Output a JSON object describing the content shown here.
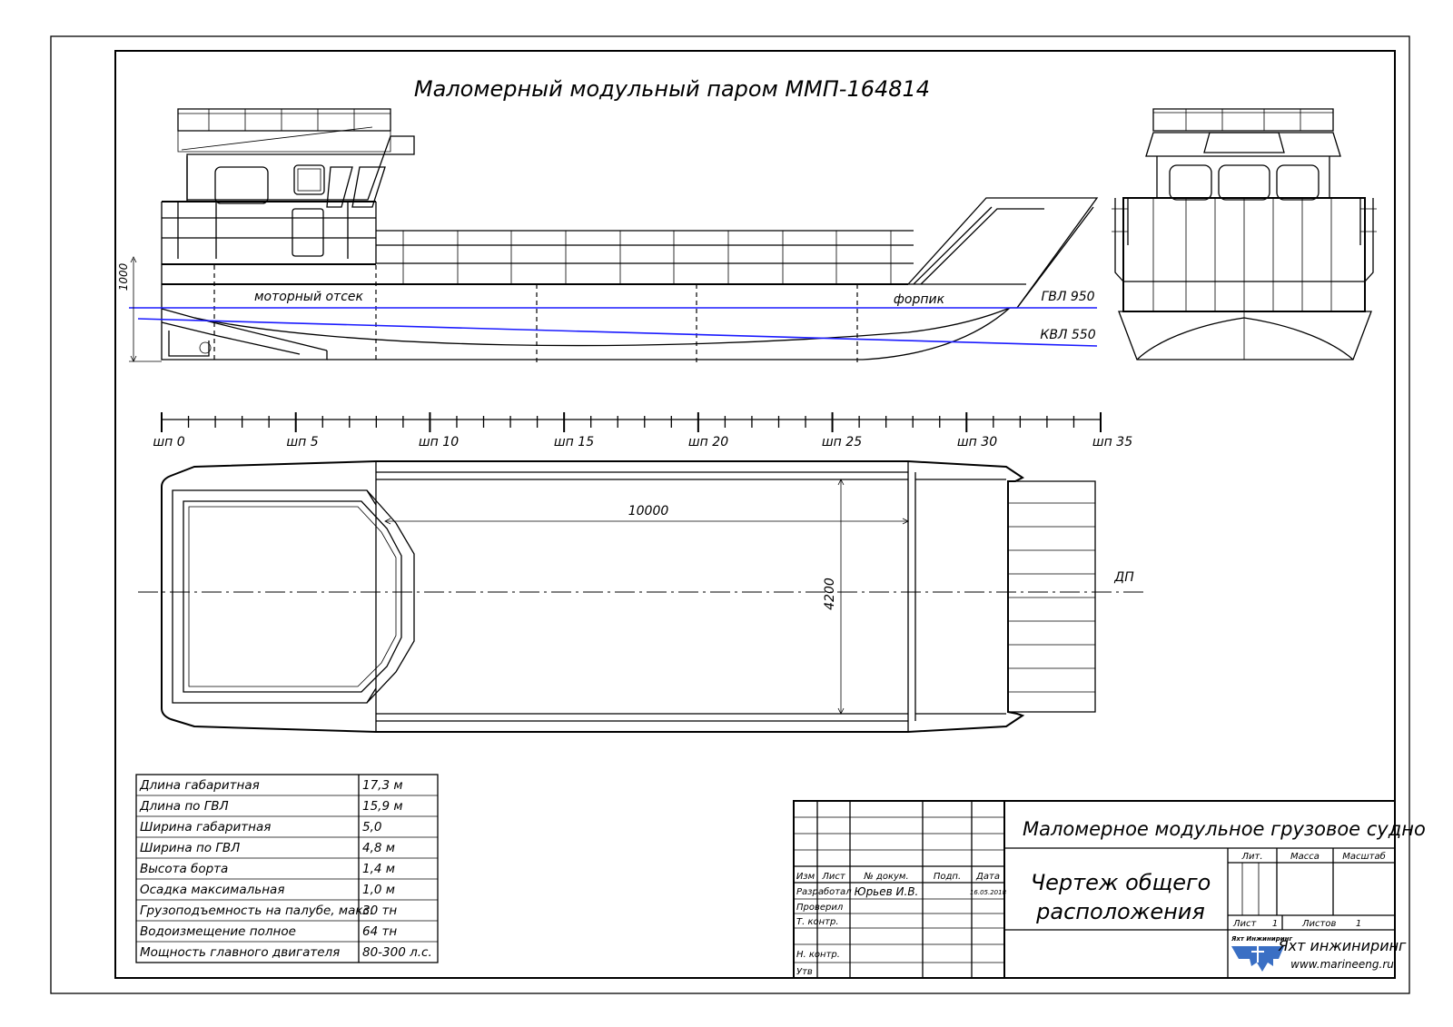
{
  "title": "Маломерный модульный паром ММП-164814",
  "side_view": {
    "engine_room_label": "моторный отсек",
    "forepeak_label": "форпик",
    "height_dim": "1000",
    "waterlines": [
      {
        "label": "ГВЛ 950",
        "color": "#1a1aff"
      },
      {
        "label": "КВЛ 550",
        "color": "#1a1aff"
      }
    ]
  },
  "frame_scale": {
    "prefix": "шп",
    "labels": [
      "шп 0",
      "шп 5",
      "шп 10",
      "шп 15",
      "шп 20",
      "шп 25",
      "шп 30",
      "шп 35"
    ]
  },
  "plan_view": {
    "length_dim": "10000",
    "width_dim": "4200",
    "centerline_label": "ДП"
  },
  "specs": [
    {
      "name": "Длина габаритная",
      "value": "17,3 м"
    },
    {
      "name": "Длина по ГВЛ",
      "value": "15,9 м"
    },
    {
      "name": "Ширина габаритная",
      "value": "5,0"
    },
    {
      "name": "Ширина по ГВЛ",
      "value": "4,8 м"
    },
    {
      "name": "Высота борта",
      "value": "1,4 м"
    },
    {
      "name": "Осадка максимальная",
      "value": "1,0 м"
    },
    {
      "name": "Грузоподъемность на палубе, макс.",
      "value": "30 тн"
    },
    {
      "name": "Водоизмещение полное",
      "value": "64 тн"
    },
    {
      "name": "Мощность главного двигателя",
      "value": "80-300 л.с."
    }
  ],
  "title_block": {
    "product": "Маломерное модульное грузовое судно",
    "doc_title_1": "Чертеж общего",
    "doc_title_2": "расположения",
    "headers": [
      "Изм",
      "Лист",
      "№ докум.",
      "Подп.",
      "Дата"
    ],
    "roles": [
      "Разработал",
      "Проверил",
      "Т. контр.",
      "Н. контр.",
      "Утв"
    ],
    "developer": "Юрьев И.В.",
    "date": "16.05.2018",
    "lit_label": "Лит.",
    "mass_label": "Масса",
    "scale_label": "Масштаб",
    "sheet_label": "Лист",
    "sheet_value": "1",
    "sheets_label": "Листов",
    "sheets_value": "1",
    "logo_text": "Яхт Инжиниринг",
    "company": "Яхт инжиниринг",
    "website": "www.marineeng.ru",
    "logo_color": "#3a6fc4"
  }
}
